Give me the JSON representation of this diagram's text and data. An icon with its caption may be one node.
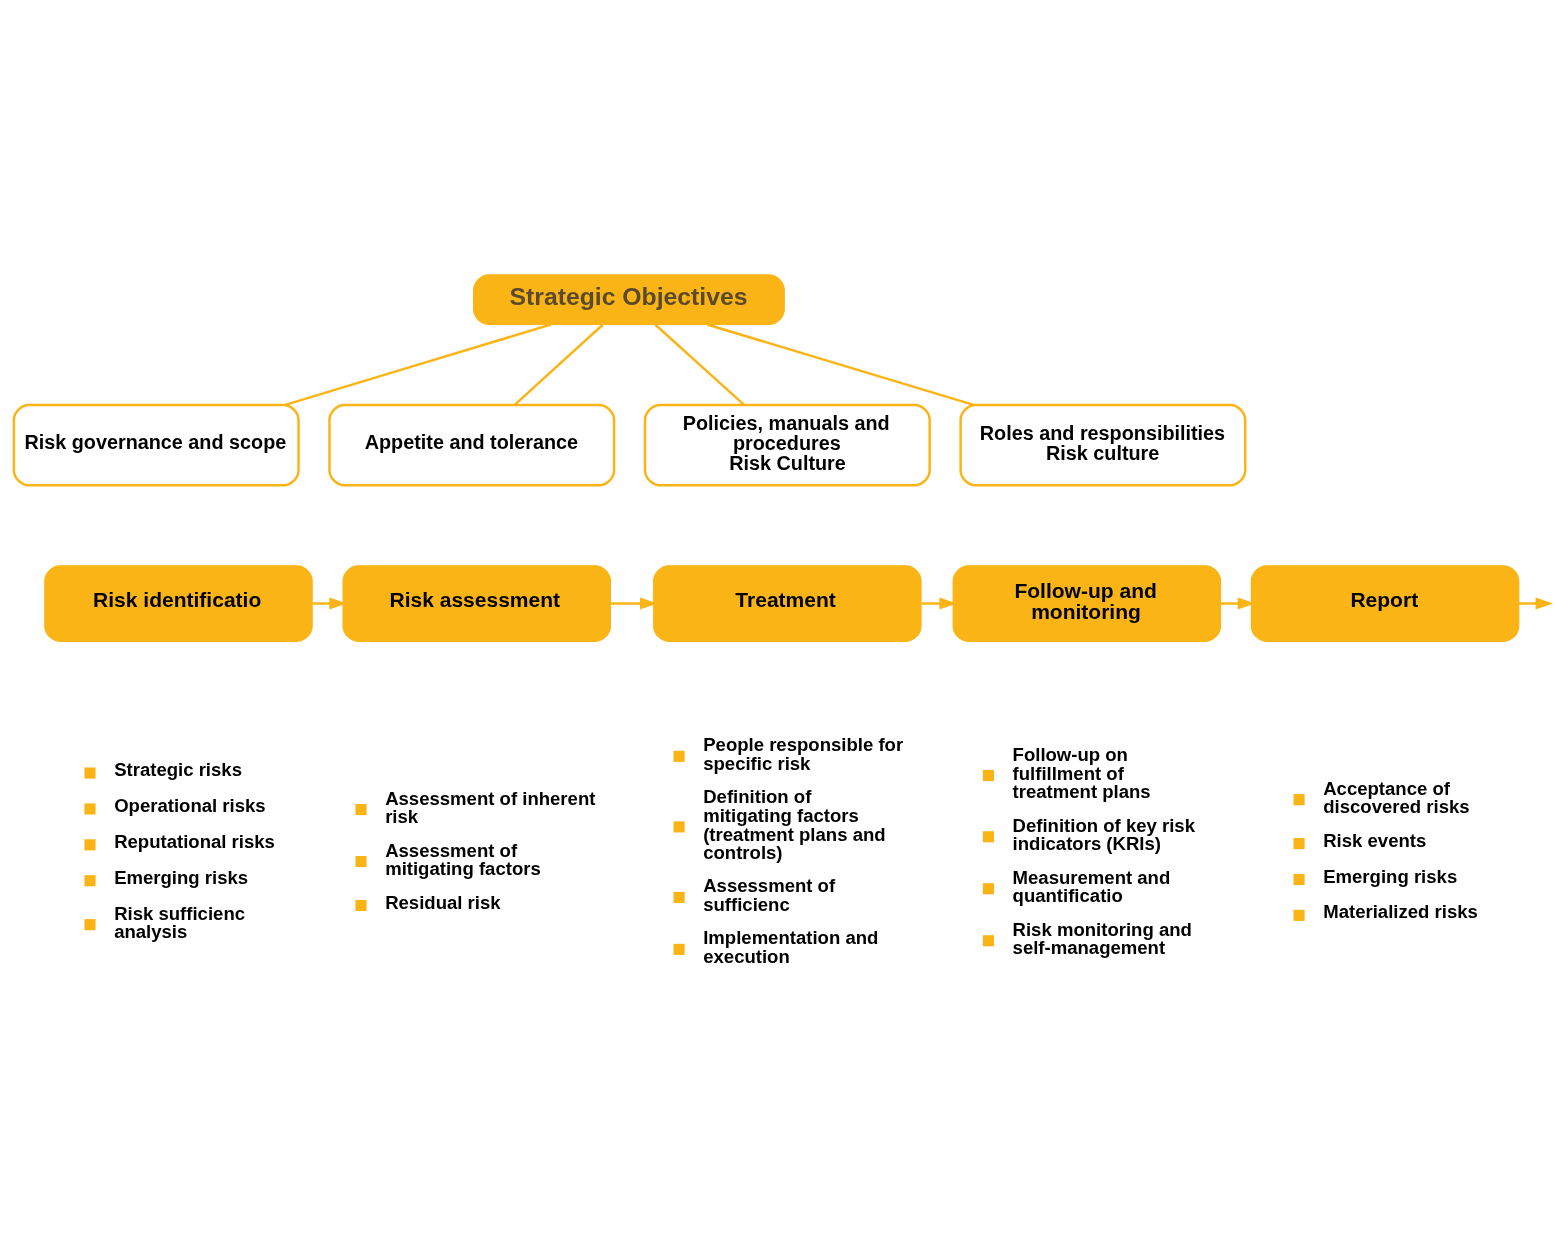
{
  "diagram": {
    "nodes": [
      {
        "text": [
          "Strategic Objectives"
        ]
      },
      {
        "text": [
          "Risk governance and scope"
        ]
      },
      {
        "text": [
          "Appetite and tolerance"
        ]
      },
      {
        "text": [
          "Policies, manuals and procedures",
          "Risk Culture"
        ]
      },
      {
        "text": [
          "Roles and responsibilities",
          "Risk culture"
        ]
      },
      {
        "text": [
          "Risk identificatio"
        ],
        "beside": [
          "Strategic risks",
          "Operational risks",
          "Reputational risks",
          "Emerging risks",
          "Risk sufficienc analysis"
        ]
      },
      {
        "text": [
          "Risk assessment"
        ],
        "beside": [
          "Assessment of inherent risk",
          "Assessment of mitigating factors",
          "Residual risk"
        ]
      },
      {
        "text": [
          "Treatment"
        ],
        "beside": [
          "People responsible for specific risk",
          "Definition of mitigating factors (treatment plans and controls)",
          "Assessment of sufficienc",
          "Implementation and execution"
        ]
      },
      {
        "text": [
          "Follow-up and monitoring"
        ],
        "beside": [
          "Follow-up on fulfillment of treatment plans",
          "Definition of key risk indicators (KRIs)",
          "Measurement and quantificatio",
          "Risk monitoring and self-management"
        ]
      },
      {
        "text": [
          "Report"
        ],
        "beside": [
          "Acceptance of discovered risks",
          "Risk events",
          "Emerging risks",
          "Materialized risks"
        ]
      }
    ],
    "edges": [
      {
        "from": 0,
        "to": 1,
        "arrow": "none"
      },
      {
        "from": 0,
        "to": 2,
        "arrow": "none"
      },
      {
        "from": 0,
        "to": 3,
        "arrow": "none"
      },
      {
        "from": 0,
        "to": 4,
        "arrow": "none"
      },
      {
        "from": 5,
        "to": 6,
        "arrow": "to"
      },
      {
        "from": 6,
        "to": 7,
        "arrow": "to"
      },
      {
        "from": 7,
        "to": 8,
        "arrow": "to"
      },
      {
        "from": 8,
        "to": 9,
        "arrow": "to"
      },
      {
        "from": 9,
        "to": null,
        "arrow": "to"
      }
    ]
  }
}
